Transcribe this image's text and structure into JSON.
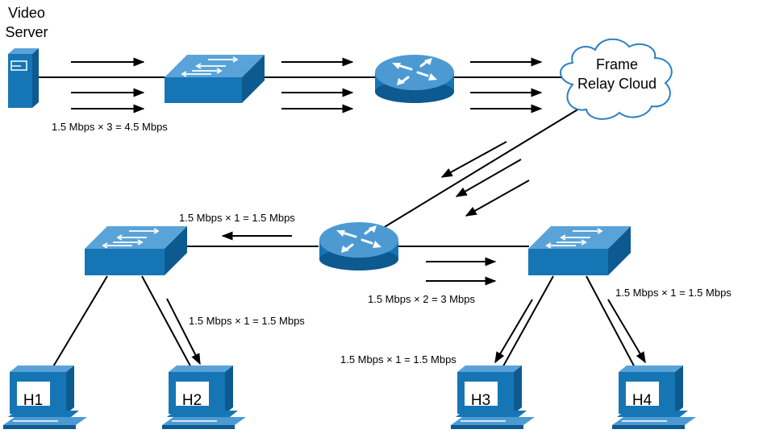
{
  "server": {
    "line1": "Video",
    "line2": "Server"
  },
  "cloud": {
    "line1": "Frame",
    "line2": "Relay Cloud"
  },
  "rates": {
    "uplink": "1.5 Mbps × 3 = 4.5 Mbps",
    "left_branch": "1.5 Mbps × 1 = 1.5 Mbps",
    "right_branch": "1.5 Mbps × 2 = 3 Mbps",
    "h2": "1.5 Mbps × 1 = 1.5 Mbps",
    "h3": "1.5 Mbps × 1 = 1.5 Mbps",
    "h4": "1.5 Mbps × 1 = 1.5 Mbps"
  },
  "hosts": [
    "H1",
    "H2",
    "H3",
    "H4"
  ],
  "colors": {
    "device": "#1676b5",
    "device_dark": "#0d5a90",
    "link": "#000000",
    "cloud_stroke": "#2b7fc3"
  }
}
